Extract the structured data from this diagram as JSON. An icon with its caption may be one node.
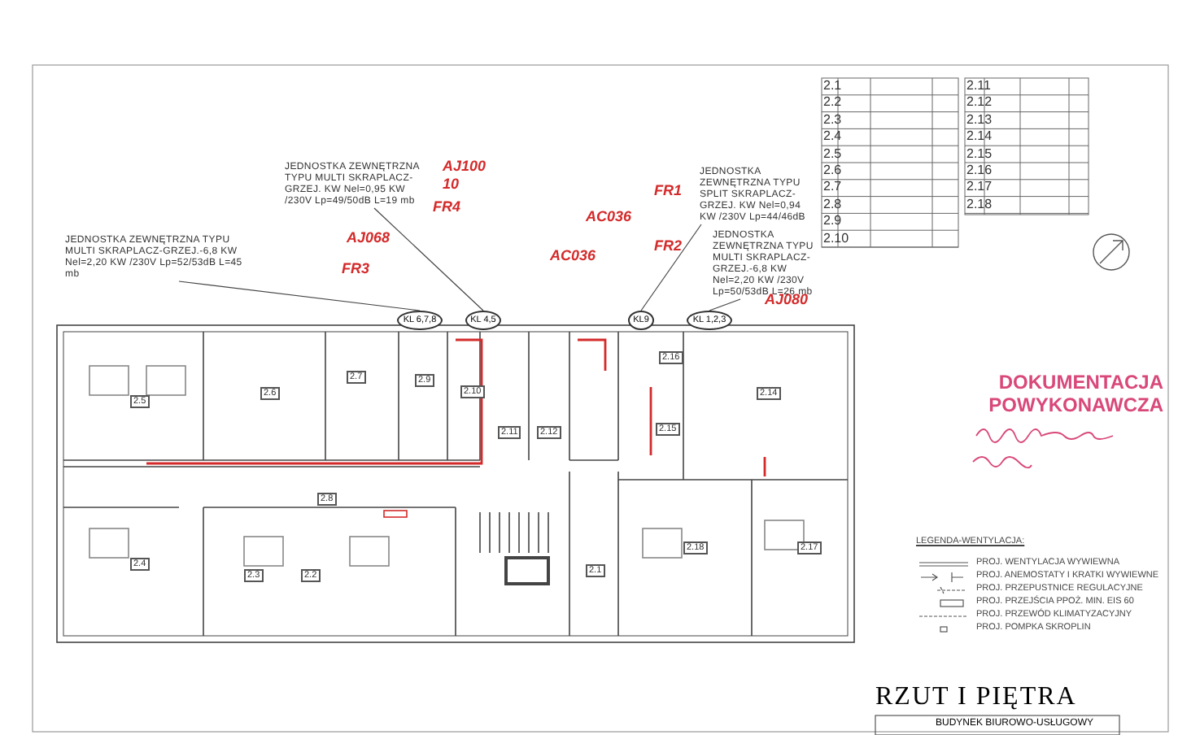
{
  "diagram": {
    "title": "RZUT I PIĘTRA",
    "caption": "BUDYNEK BIUROWO-USŁUGOWY",
    "nodes": [
      {
        "text": [
          "JEDNOSTKA ZEWNĘTRZNA TYPU MULTI SKRAPLACZ-GRZEJ. KW Nel=0,95 KW /230V Lp=49/50dB L=19 mb"
        ]
      },
      {
        "text": [
          "JEDNOSTKA ZEWNĘTRZNA TYPU MULTI SKRAPLACZ-GRZEJ.-6,8 KW Nel=2,20 KW /230V Lp=52/53dB L=45 mb"
        ]
      },
      {
        "text": [
          "JEDNOSTKA ZEWNĘTRZNA TYPU SPLIT SKRAPLACZ-GRZEJ. KW Nel=0,94 KW /230V Lp=44/46dB"
        ]
      },
      {
        "text": [
          "JEDNOSTKA ZEWNĘTRZNA TYPU MULTI SKRAPLACZ-GRZEJ.-6,8 KW Nel=2,20 KW /230V Lp=50/53dB L=26 mb"
        ]
      },
      {
        "text": [
          "KL 6,7,8"
        ]
      },
      {
        "text": [
          "KL 4,5"
        ]
      },
      {
        "text": [
          "KL9"
        ]
      },
      {
        "text": [
          "KL 1,2,3"
        ]
      }
    ],
    "edges": [
      {
        "from": 0,
        "to": 5,
        "arrow": "none"
      },
      {
        "from": 1,
        "to": 4,
        "arrow": "none"
      },
      {
        "from": 2,
        "to": 6,
        "arrow": "none"
      },
      {
        "from": 3,
        "to": 7,
        "arrow": "none"
      }
    ],
    "labels": [
      "AJ100",
      "10",
      "FR4",
      "AJ068",
      "FR3",
      "AC036",
      "FR1",
      "AC036",
      "FR2",
      "AJ080",
      "2.1",
      "2.11",
      "2.2",
      "2.12",
      "2.3",
      "2.13",
      "2.4",
      "2.14",
      "2.5",
      "2.15",
      "2.6",
      "2.16",
      "2.7",
      "2.17",
      "2.8",
      "2.18",
      "2.9",
      "2.10",
      "2.5",
      "2.6",
      "2.7",
      "2.9",
      "2.10",
      "2.11",
      "2.12",
      "2.16",
      "2.15",
      "2.14",
      "2.8",
      "2.4",
      "2.3",
      "2.2",
      "2.1",
      "2.18",
      "2.17",
      "DOKUMENTACJA POWYKONAWCZA",
      "LEGENDA-WENTYLACJA:"
    ],
    "legend": [
      {
        "text": "PROJ. WENTYLACJA WYWIEWNA"
      },
      {
        "text": "PROJ. ANEMOSTATY I KRATKI WYWIEWNE"
      },
      {
        "text": "PROJ. PRZEPUSTNICE REGULACYJNE"
      },
      {
        "text": "PROJ. PRZEJŚCIA PPOŻ. MIN. EIS 60"
      },
      {
        "text": "PROJ. PRZEWÓD KLIMATYZACYJNY"
      },
      {
        "text": "PROJ. POMPKA SKROPLIN"
      }
    ]
  }
}
